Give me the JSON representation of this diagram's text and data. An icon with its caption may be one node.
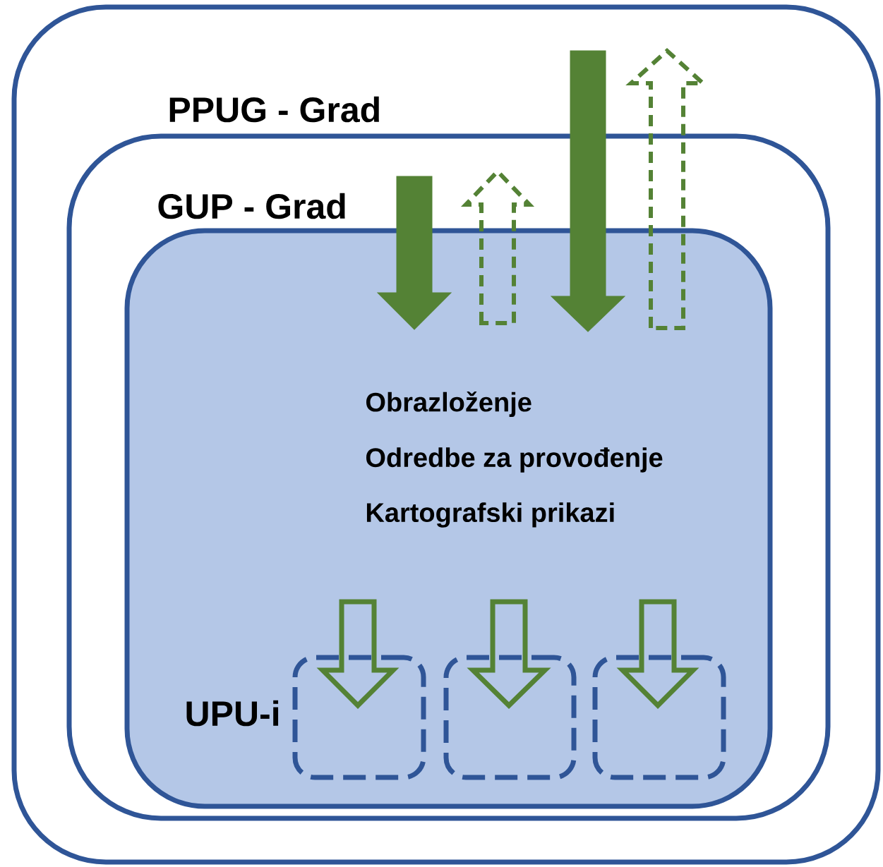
{
  "diagram": {
    "nodes": [
      {
        "text": [
          "PPUG - Grad"
        ]
      },
      {
        "text": [
          "GUP - Grad"
        ],
        "in": 0
      },
      {
        "text": [
          "Obrazloženje",
          "Odredbe za provođenje",
          "Kartografski prikazi"
        ],
        "in": 1
      },
      {
        "text": [],
        "shape": "box",
        "in": 2,
        "beside": [
          "UPU-i"
        ]
      },
      {
        "text": [],
        "shape": "box",
        "in": 2
      },
      {
        "text": [],
        "shape": "box",
        "in": 2
      }
    ],
    "edges": [
      {
        "from": 1,
        "to": 2,
        "arrow": "to",
        "style": "thick"
      },
      {
        "from": 2,
        "to": 1,
        "arrow": "to",
        "style": "dashed"
      },
      {
        "from": 0,
        "to": 2,
        "arrow": "to",
        "style": "thick"
      },
      {
        "from": 2,
        "to": 0,
        "arrow": "to",
        "style": "dashed"
      },
      {
        "from": 2,
        "to": 3,
        "arrow": "to"
      },
      {
        "from": 2,
        "to": 4,
        "arrow": "to"
      },
      {
        "from": 2,
        "to": 5,
        "arrow": "to"
      }
    ]
  }
}
